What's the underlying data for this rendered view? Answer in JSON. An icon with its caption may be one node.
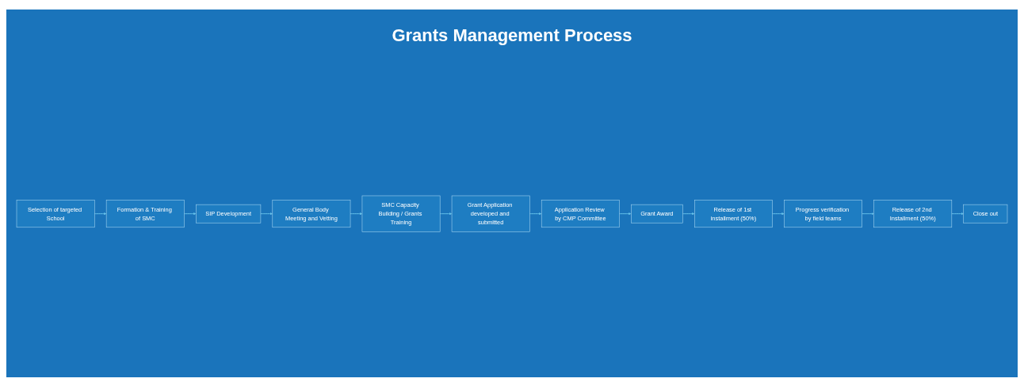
{
  "diagram": {
    "title": "Grants Management Process",
    "nodes": [
      {
        "text": [
          "Selection of targeted School"
        ]
      },
      {
        "text": [
          "Formation & Training of SMC"
        ]
      },
      {
        "text": [
          "SIP Development"
        ]
      },
      {
        "text": [
          "General Body Meeting and Vetting"
        ]
      },
      {
        "text": [
          "Grant Award"
        ]
      },
      {
        "text": [
          "Application Review by CMP Committee"
        ]
      },
      {
        "text": [
          "Grant Application developed and submitted"
        ]
      },
      {
        "text": [
          "SMC Capacity Building / Grants Training"
        ]
      },
      {
        "text": [
          "Release of 1st installment (50%)"
        ]
      },
      {
        "text": [
          "Progress verification by field teams"
        ]
      },
      {
        "text": [
          "Release of 2nd Installment (50%)"
        ]
      },
      {
        "text": [
          "Close out"
        ]
      }
    ],
    "edges": [
      {
        "from": 0,
        "to": 1,
        "arrow": "to"
      },
      {
        "from": 1,
        "to": 2,
        "arrow": "to"
      },
      {
        "from": 2,
        "to": 3,
        "arrow": "to"
      },
      {
        "from": 3,
        "to": 7,
        "arrow": "to"
      },
      {
        "from": 7,
        "to": 6,
        "arrow": "to"
      },
      {
        "from": 6,
        "to": 5,
        "arrow": "to"
      },
      {
        "from": 5,
        "to": 4,
        "arrow": "to"
      },
      {
        "from": 4,
        "to": 8,
        "arrow": "to"
      },
      {
        "from": 8,
        "to": 9,
        "arrow": "to"
      },
      {
        "from": 9,
        "to": 10,
        "arrow": "to"
      },
      {
        "from": 10,
        "to": 11,
        "arrow": "to"
      }
    ]
  }
}
